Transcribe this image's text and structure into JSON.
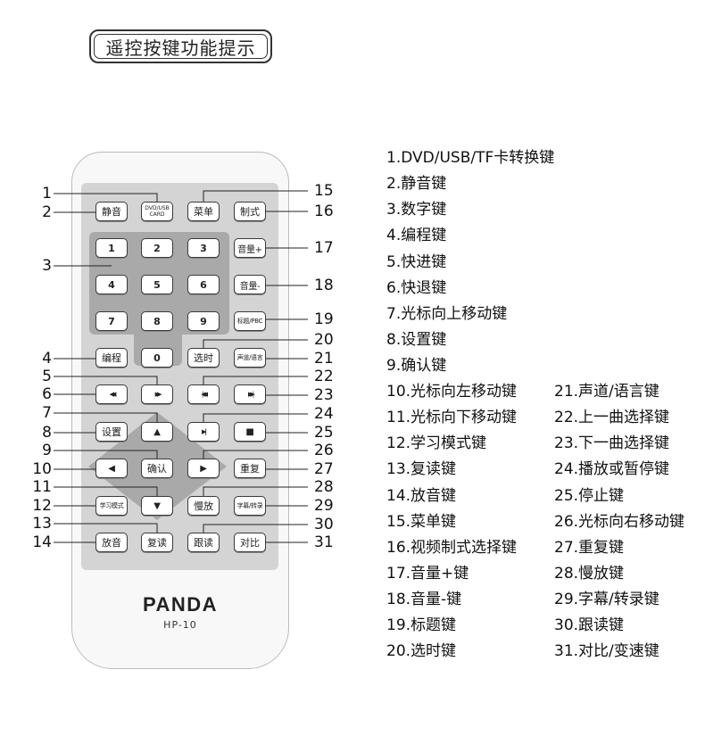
{
  "title": "遥控按键功能提示",
  "brand": "PANDA",
  "model": "HP-10",
  "keys": {
    "mute": "静音",
    "dvd_usb": "DVD/USB CARD",
    "menu": "菜单",
    "format": "制式",
    "n1": "1",
    "n2": "2",
    "n3": "3",
    "n4": "4",
    "n5": "5",
    "n6": "6",
    "n7": "7",
    "n8": "8",
    "n9": "9",
    "n0": "0",
    "vol_up": "音量+",
    "vol_down": "音量-",
    "title_pbc": "标题/PBC",
    "program": "编程",
    "goto": "选时",
    "audio_lang": "声道/语言",
    "rew": "◀◀",
    "ff": "▶▶",
    "prev": "|◀◀",
    "next": "▶▶|",
    "up": "▲",
    "play_pause": "▶||",
    "stop": "■",
    "setup": "设置",
    "left": "◀",
    "ok": "确认",
    "right": "▶",
    "repeat": "重复",
    "study": "学习模式",
    "down": "▼",
    "slow": "慢放",
    "subtitle": "字幕/转录",
    "playback": "放音",
    "reread": "复读",
    "follow": "跟读",
    "compare": "对比"
  },
  "callouts_left": [
    "1",
    "2",
    "3",
    "4",
    "5",
    "6",
    "7",
    "8",
    "9",
    "10",
    "11",
    "12",
    "13",
    "14"
  ],
  "callouts_right": [
    "15",
    "16",
    "17",
    "18",
    "19",
    "20",
    "21",
    "22",
    "23",
    "24",
    "25",
    "26",
    "27",
    "28",
    "29",
    "30",
    "31"
  ],
  "legend_col1": [
    "1.DVD/USB/TF卡转换键",
    "2.静音键",
    "3.数字键",
    "4.编程键",
    "5.快进键",
    "6.快退键",
    "7.光标向上移动键",
    "8.设置键",
    "9.确认键",
    "10.光标向左移动键",
    "11.光标向下移动键",
    "12.学习模式键",
    "13.复读键",
    "14.放音键",
    "15.菜单键",
    "16.视频制式选择键",
    "17.音量+键",
    "18.音量-键",
    "19.标题键",
    "20.选时键"
  ],
  "legend_col2": [
    "21.声道/语言键",
    "22.上一曲选择键",
    "23.下一曲选择键",
    "24.播放或暂停键",
    "25.停止键",
    "26.光标向右移动键",
    "27.重复键",
    "28.慢放键",
    "29.字幕/转录键",
    "30.跟读键",
    "31.对比/变速键"
  ]
}
